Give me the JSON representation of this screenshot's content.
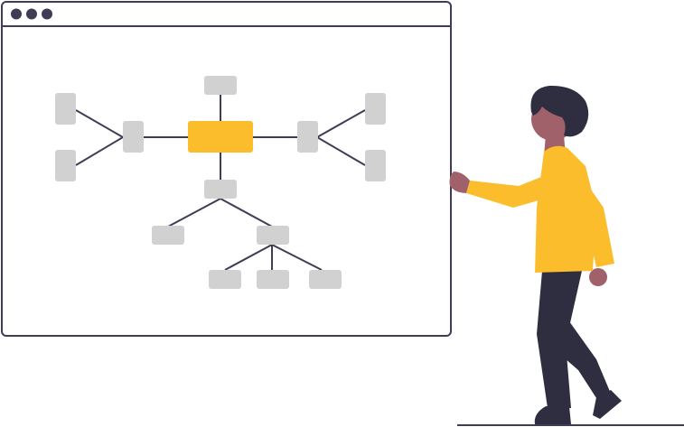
{
  "colors": {
    "outline": "#3f3d56",
    "node": "#d1d1d1",
    "accent": "#fbbd2c",
    "dark": "#2f2e41",
    "skin": "#a0616a",
    "background": "#ffffff"
  },
  "icons": {
    "window_controls": "three-dots",
    "diagram": "mind-map",
    "person": "person-pointing"
  },
  "mind_map": {
    "nodes": [
      {
        "id": "center",
        "accent": true
      },
      {
        "id": "top"
      },
      {
        "id": "left-hub"
      },
      {
        "id": "left-top"
      },
      {
        "id": "left-bottom"
      },
      {
        "id": "right-hub"
      },
      {
        "id": "right-top"
      },
      {
        "id": "right-bottom"
      },
      {
        "id": "lower-hub"
      },
      {
        "id": "lower-left"
      },
      {
        "id": "lower-right-hub"
      },
      {
        "id": "leaf-1"
      },
      {
        "id": "leaf-2"
      },
      {
        "id": "leaf-3"
      }
    ],
    "edges": [
      [
        "center",
        "top"
      ],
      [
        "center",
        "left-hub"
      ],
      [
        "left-hub",
        "left-top"
      ],
      [
        "left-hub",
        "left-bottom"
      ],
      [
        "center",
        "right-hub"
      ],
      [
        "right-hub",
        "right-top"
      ],
      [
        "right-hub",
        "right-bottom"
      ],
      [
        "center",
        "lower-hub"
      ],
      [
        "lower-hub",
        "lower-left"
      ],
      [
        "lower-hub",
        "lower-right-hub"
      ],
      [
        "lower-right-hub",
        "leaf-1"
      ],
      [
        "lower-right-hub",
        "leaf-2"
      ],
      [
        "lower-right-hub",
        "leaf-3"
      ]
    ]
  }
}
